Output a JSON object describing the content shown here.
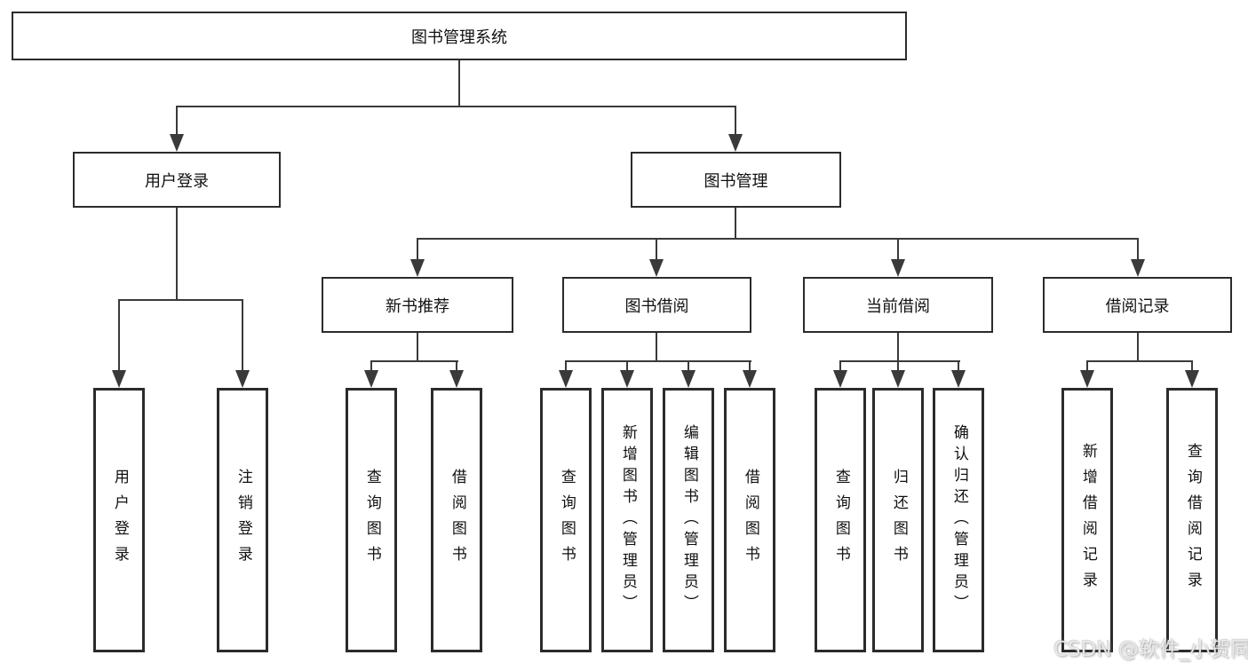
{
  "diagram": {
    "root": {
      "label": "图书管理系统"
    },
    "branches": [
      {
        "label": "用户登录",
        "children": [
          {
            "label": "用户登录"
          },
          {
            "label": "注销登录"
          }
        ]
      },
      {
        "label": "图书管理",
        "groups": [
          {
            "label": "新书推荐",
            "children": [
              {
                "label": "查询图书"
              },
              {
                "label": "借阅图书"
              }
            ]
          },
          {
            "label": "图书借阅",
            "children": [
              {
                "label": "查询图书"
              },
              {
                "label": "新增图书（管理员）"
              },
              {
                "label": "编辑图书（管理员）"
              },
              {
                "label": "借阅图书"
              }
            ]
          },
          {
            "label": "当前借阅",
            "children": [
              {
                "label": "查询图书"
              },
              {
                "label": "归还图书"
              },
              {
                "label": "确认归还（管理员）"
              }
            ]
          },
          {
            "label": "借阅记录",
            "children": [
              {
                "label": "新增借阅记录"
              },
              {
                "label": "查询借阅记录"
              }
            ]
          }
        ]
      }
    ],
    "watermark": "CSDN @软件_小贺同学",
    "colors": {
      "line": "#3a3a3a",
      "border": "#2b2b2b",
      "text": "#111111",
      "background": "#ffffff",
      "watermark_text": "#ebebeb"
    }
  }
}
